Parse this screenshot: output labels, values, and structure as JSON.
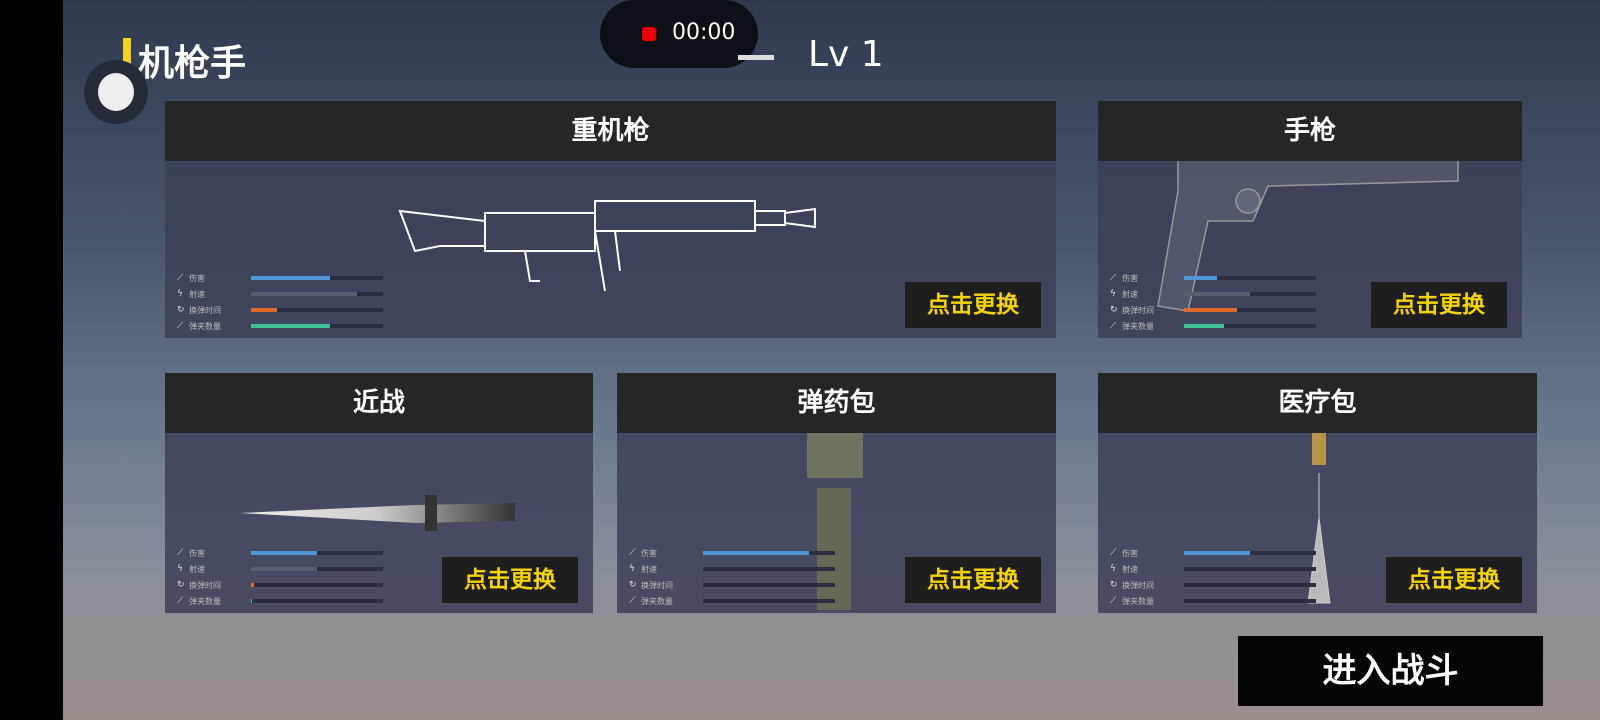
{
  "header": {
    "title": "机枪手",
    "record_time": "00:00",
    "level": "Lv 1"
  },
  "stat_labels": [
    "伤害",
    "射速",
    "换弹时间",
    "弹夹数量"
  ],
  "colors": {
    "damage": "#4f98d8",
    "rate": "#5a5f6e",
    "reload": "#e06a2c",
    "mag": "#3fbf96",
    "button_text": "#f5d400"
  },
  "cards": [
    {
      "title": "重机枪",
      "button": "点击更换",
      "stats": [
        0.6,
        0.8,
        0.2,
        0.6
      ]
    },
    {
      "title": "手枪",
      "button": "点击更换",
      "stats": [
        0.25,
        0.5,
        0.4,
        0.3
      ]
    },
    {
      "title": "近战",
      "button": "点击更换",
      "stats": [
        0.5,
        0.5,
        0.02,
        0.01
      ]
    },
    {
      "title": "弹药包",
      "button": "点击更换",
      "stats": [
        0.8,
        0.0,
        0.0,
        0.0
      ]
    },
    {
      "title": "医疗包",
      "button": "点击更换",
      "stats": [
        0.5,
        0.0,
        0.0,
        0.0
      ]
    }
  ],
  "enter_battle": "进入战斗"
}
